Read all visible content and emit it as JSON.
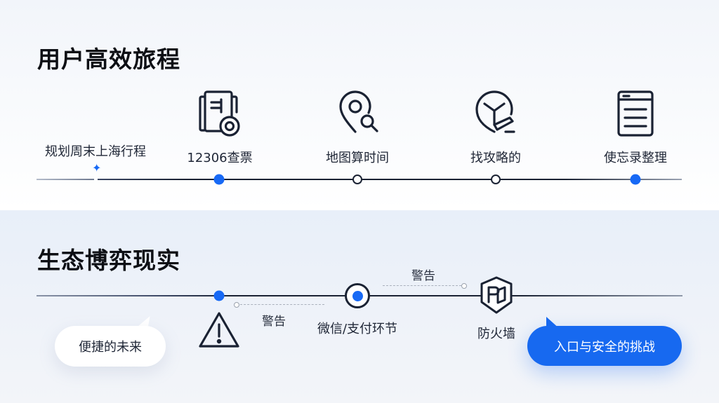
{
  "colors": {
    "accent": "#1769f5",
    "line": "#1a2233",
    "text": "#1f2636",
    "title": "#0d0f14",
    "dashed": "#a9b0bc"
  },
  "journey": {
    "title": "用户高效旅程",
    "start_label": "规划周末上海行程",
    "start_marker_icon": "sparkle-plus-icon",
    "steps": [
      {
        "label": "12306查票",
        "icon": "ticket-document-icon",
        "marker": "filled"
      },
      {
        "label": "地图算时间",
        "icon": "map-pin-search-icon",
        "marker": "hollow"
      },
      {
        "label": "找攻略的",
        "icon": "guide-compass-icon",
        "marker": "hollow"
      },
      {
        "label": "使忘录整理",
        "icon": "memo-list-icon",
        "marker": "filled"
      }
    ]
  },
  "ecosystem": {
    "title": "生态博弈现实",
    "nodes": [
      {
        "label": "",
        "icon": "warning-triangle-icon",
        "marker": "filled"
      },
      {
        "label": "微信/支付环节",
        "marker": "ring-filled"
      },
      {
        "label": "防火墙",
        "icon": "firewall-shield-icon",
        "marker": "shield"
      }
    ],
    "warnings": [
      {
        "label": "警告"
      },
      {
        "label": "警告"
      }
    ],
    "bubbles": {
      "left": "便捷的未来",
      "right": "入口与安全的挑战"
    }
  }
}
